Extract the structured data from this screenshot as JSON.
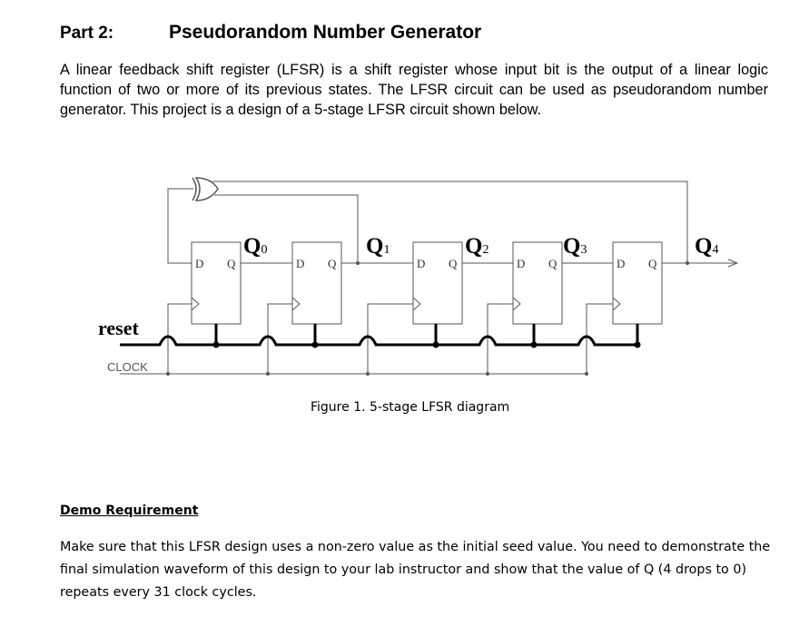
{
  "heading": {
    "part": "Part 2:",
    "title": "Pseudorandom Number Generator"
  },
  "intro": "A linear feedback shift register (LFSR) is a shift register whose input bit is the output of a linear logic function of two or more of its previous states. The LFSR circuit can be used as pseudorandom number generator. This project is a design of a 5-stage LFSR circuit shown below.",
  "figure": {
    "caption": "Figure 1. 5-stage LFSR diagram",
    "reset_label": "reset",
    "clock_label": "CLOCK",
    "ff_d": "D",
    "ff_q": "Q",
    "outputs": [
      {
        "q": "Q",
        "sub": "0"
      },
      {
        "q": "Q",
        "sub": "1"
      },
      {
        "q": "Q",
        "sub": "2"
      },
      {
        "q": "Q",
        "sub": "3"
      },
      {
        "q": "Q",
        "sub": "4"
      }
    ]
  },
  "demo": {
    "heading": "Demo Requirement",
    "text": "Make sure that this LFSR design uses a non-zero value as the initial seed value. You need to demonstrate the final simulation waveform of this design to your lab instructor and show that the value of Q (4 drops to 0) repeats every 31 clock cycles."
  }
}
